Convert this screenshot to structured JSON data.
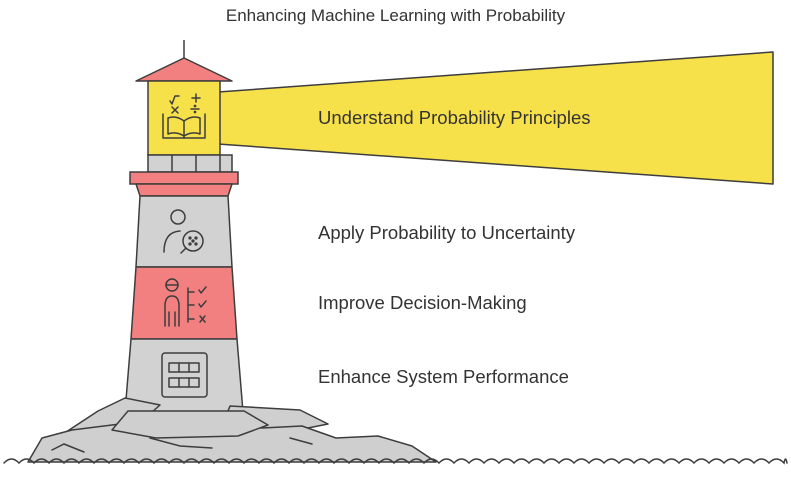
{
  "title": "Enhancing Machine Learning with Probability",
  "steps": [
    {
      "label": "Understand Probability Principles",
      "icon": "book-math-icon",
      "color": "#f7e14b"
    },
    {
      "label": "Apply Probability to Uncertainty",
      "icon": "person-search-icon",
      "color": "#d2d2d2"
    },
    {
      "label": "Improve Decision-Making",
      "icon": "person-checklist-icon",
      "color": "#f28080"
    },
    {
      "label": "Enhance System Performance",
      "icon": "memory-module-icon",
      "color": "#d2d2d2"
    }
  ],
  "colors": {
    "roof": "#f28080",
    "beam": "#f7e14b",
    "rock": "#cfcfcf",
    "outline": "#3d3d3d"
  }
}
